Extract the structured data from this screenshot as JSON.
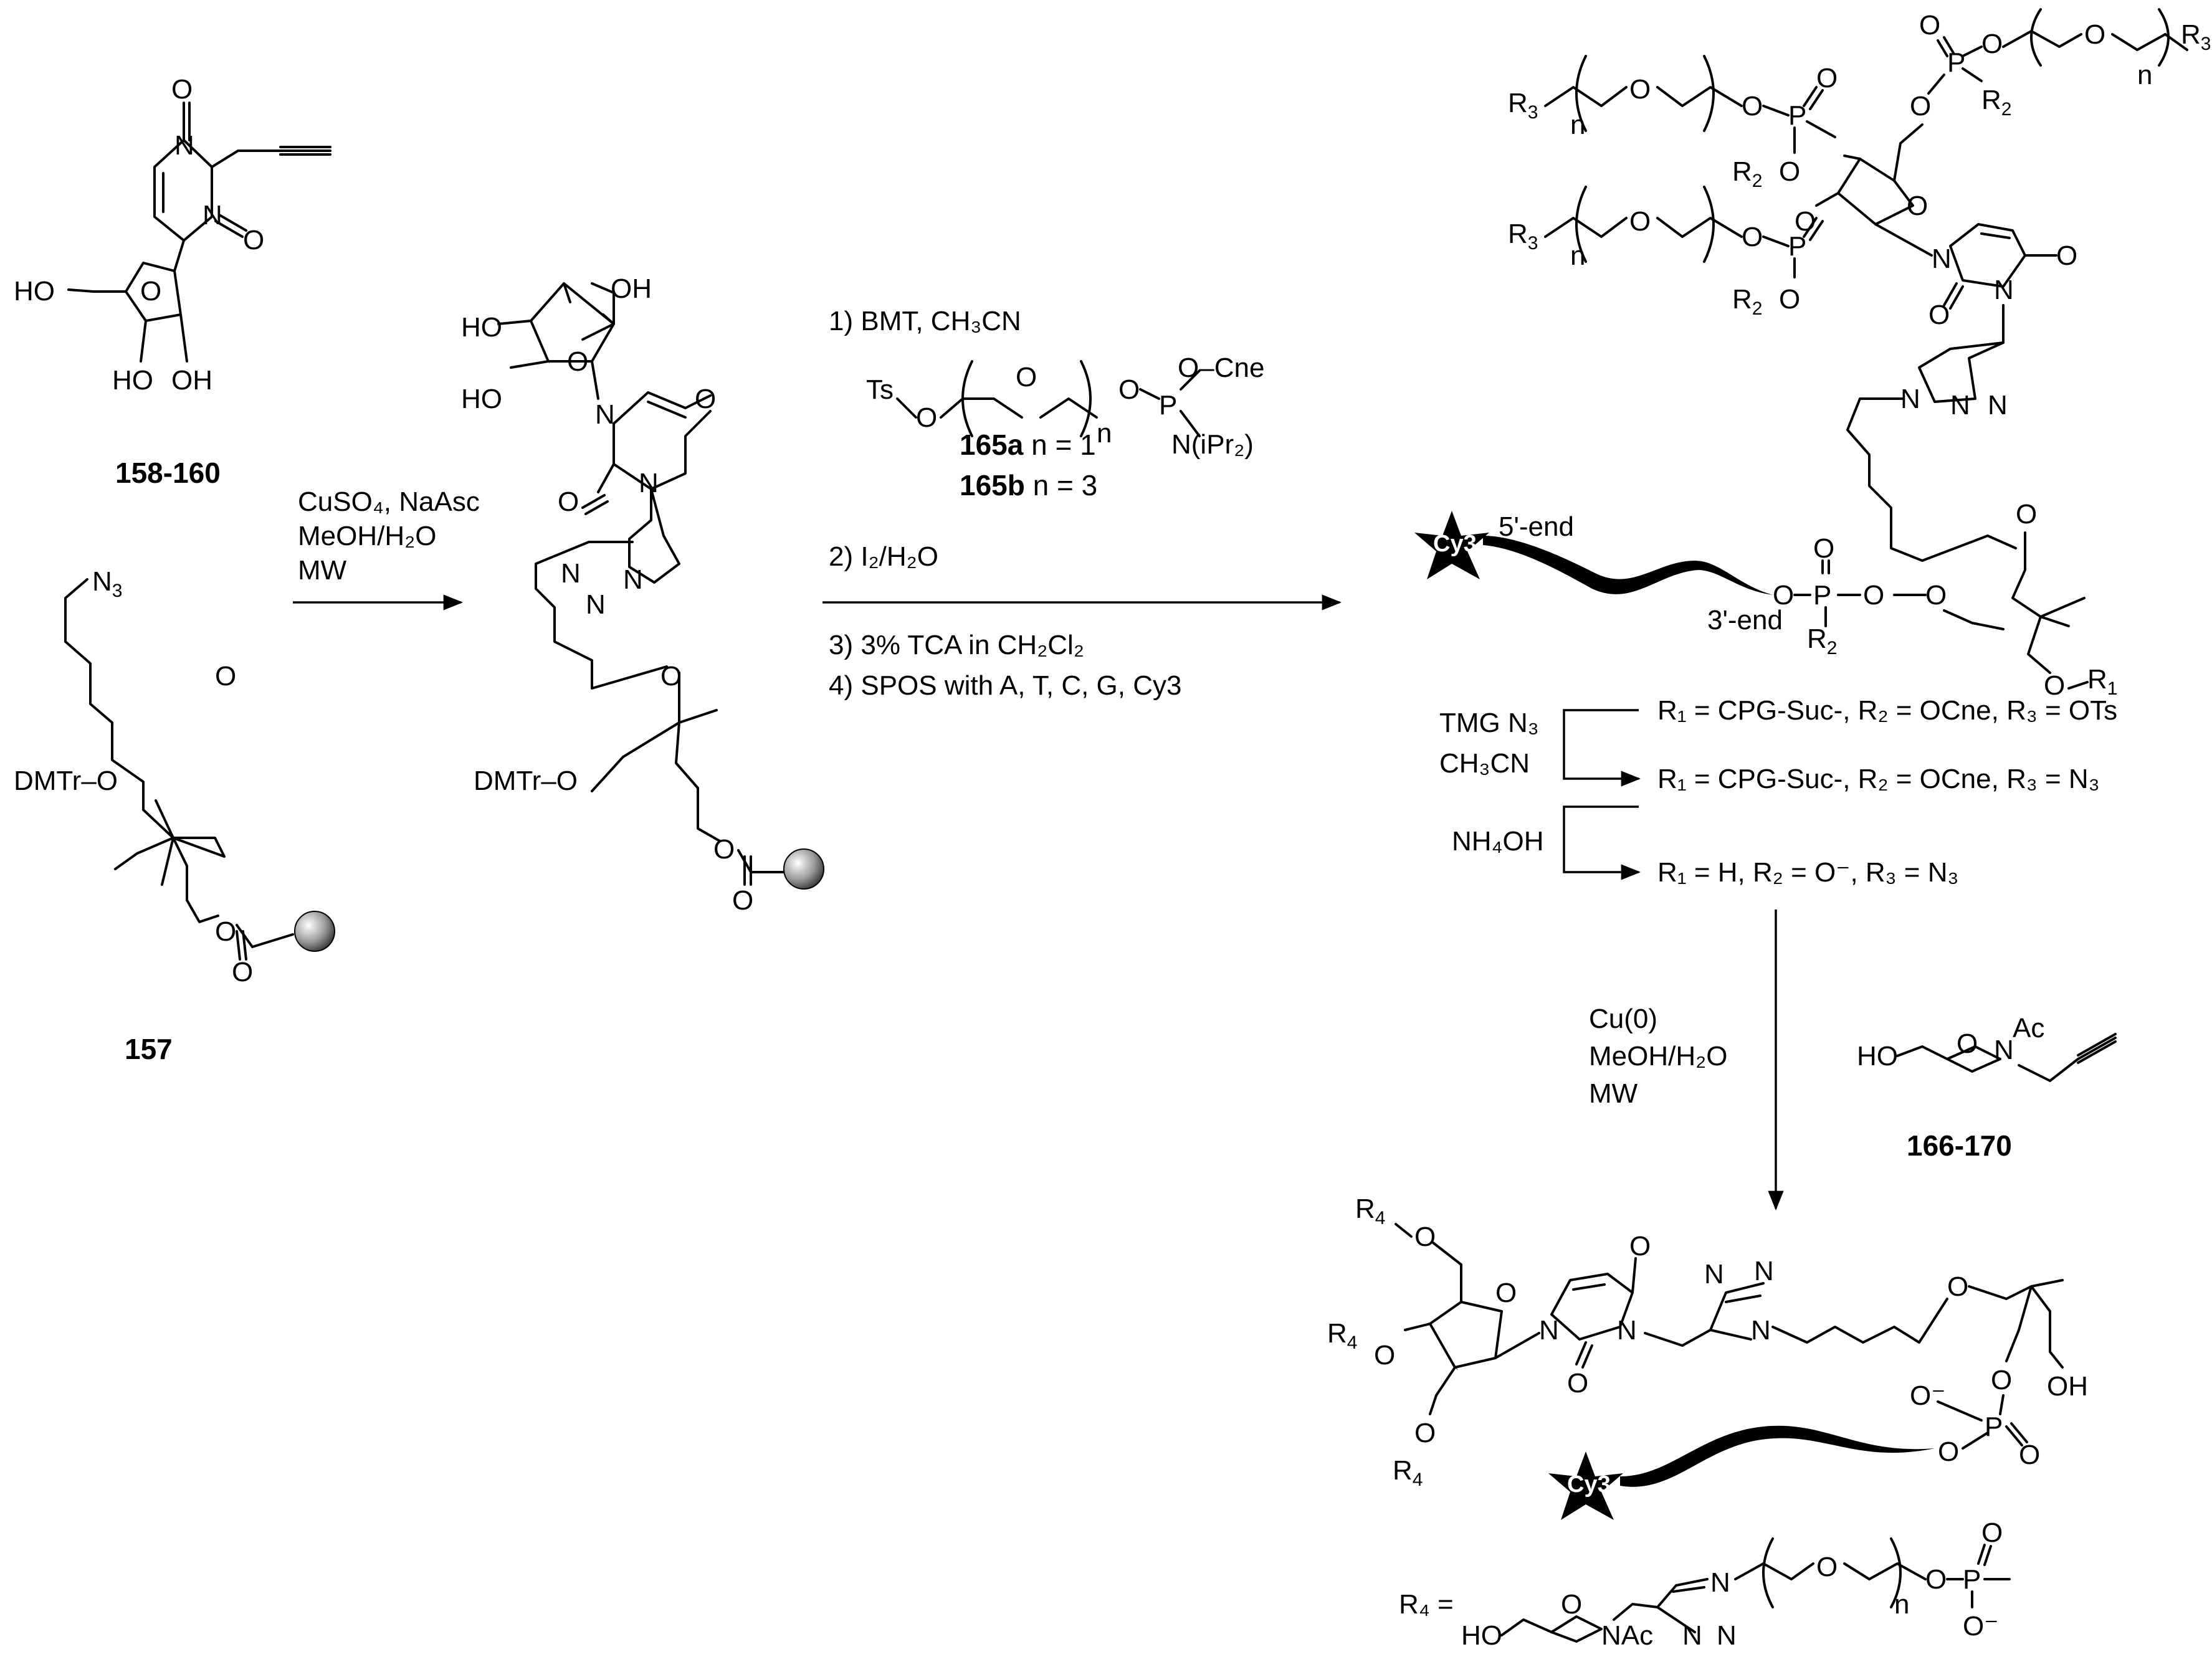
{
  "compounds": {
    "uridine_alkyne_label": "158-160",
    "linker_label": "157",
    "phosphoramidite_a": {
      "id": "165a",
      "cond": " n = 1"
    },
    "phosphoramidite_b": {
      "id": "165b",
      "cond": " n = 3"
    },
    "sugar_alkyne_label": "166-170"
  },
  "atoms": {
    "O": "O",
    "N": "N",
    "N3": "N",
    "n3sub": "3",
    "HO": "HO",
    "OH": "OH",
    "P": "P",
    "DMTr_O": "DMTr–O",
    "Ts": "Ts",
    "n": "n",
    "OCne": "O–Cne",
    "NiPr2": "N(iPr₂)",
    "R1": "R",
    "R2": "R",
    "R3": "R",
    "R4": "R",
    "sub1": "1",
    "sub2": "2",
    "sub3": "3",
    "sub4": "4",
    "Ac": "Ac",
    "NAc": "NAc",
    "Cy3": "Cy3",
    "five_end": "5'-end",
    "three_end": "3'-end",
    "Ominus": "O⁻",
    "HO_short": "HO"
  },
  "step1": {
    "reagent_line1": "CuSO₄, NaAsc",
    "reagent_line2": "MeOH/H₂O",
    "reagent_line3": "MW"
  },
  "step2": {
    "line1": "1)  BMT, CH₃CN",
    "line2": "2) I₂/H₂O",
    "line3": "3) 3% TCA in CH₂Cl₂",
    "line4": "4) SPOS with A, T, C, G, Cy3"
  },
  "step3": {
    "reagent_a1": "TMG N₃",
    "reagent_a2": "CH₃CN",
    "reagent_b": "NH₄OH",
    "result1": "R₁ = CPG-Suc-, R₂ = OCne, R₃ = OTs",
    "result2": "R₁ = CPG-Suc-, R₂ = OCne, R₃ = N₃",
    "result3": "R₁ = H, R₂ = O⁻, R₃ = N₃"
  },
  "step4": {
    "line1": "Cu(0)",
    "line2": "MeOH/H₂O",
    "line3": "MW"
  },
  "r4_definition": "R₄ ="
}
